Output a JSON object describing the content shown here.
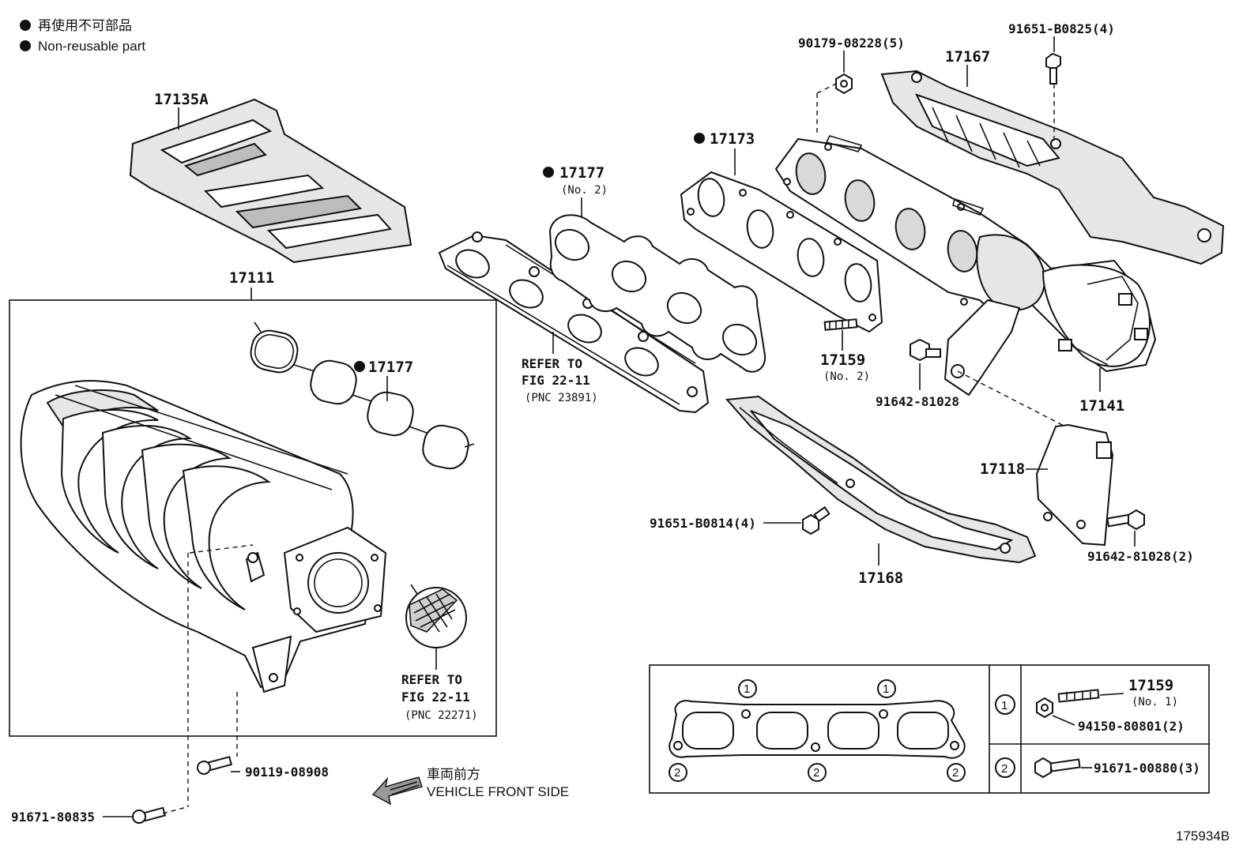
{
  "legend": {
    "jp": "再使用不可部品",
    "en": "Non-reusable part"
  },
  "direction": {
    "jp": "車両前方",
    "en": "VEHICLE FRONT SIDE"
  },
  "figure_code": "175934B",
  "parts": {
    "p17135A": "17135A",
    "p17111": "17111",
    "p17177_inner": "17177",
    "p17177_no2": "17177",
    "p17177_no2_sub": "(No. 2)",
    "p17173": "17173",
    "p90179": "90179-08228(5)",
    "p17167": "17167",
    "p91651_b0825": "91651-B0825(4)",
    "p17159_no2": "17159",
    "p17159_no2_sub": "(No. 2)",
    "p91642_81028": "91642-81028",
    "p17141": "17141",
    "p17118": "17118",
    "p91642_81028_2": "91642-81028(2)",
    "p91651_b0814": "91651-B0814(4)",
    "p17168": "17168",
    "p90119": "90119-08908",
    "p91671_80835": "91671-80835"
  },
  "refs": {
    "ref1_l1": "REFER TO",
    "ref1_l2": "FIG 22-11",
    "ref1_l3": "(PNC 23891)",
    "ref2_l1": "REFER TO",
    "ref2_l2": "FIG 22-11",
    "ref2_l3": "(PNC 22271)"
  },
  "detail_box": {
    "markers": {
      "one": "1",
      "two": "2"
    },
    "row1_part": "17159",
    "row1_sub": "(No. 1)",
    "row1_bolt": "94150-80801(2)",
    "row2_bolt": "91671-00880(3)"
  }
}
